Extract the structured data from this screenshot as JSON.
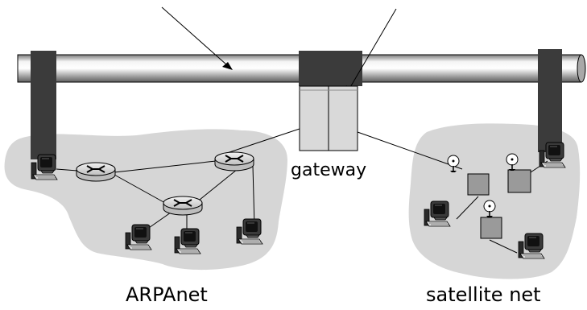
{
  "labels": {
    "gateway": "gateway",
    "arpanet": "ARPAnet",
    "satellite_net": "satellite net"
  },
  "colors": {
    "cloud": "#d6d6d6",
    "pipe_light": "#f4f4f4",
    "pipe_dark": "#6e6e6e",
    "posts": "#3b3b3b",
    "gateway_box": "#d9d9d9",
    "router_fill": "#dcdcdc",
    "dish_box": "#9a9a9a",
    "line": "#000000"
  },
  "icons": [
    "router-icon",
    "computer-icon",
    "satellite-dish-icon",
    "gateway-icon"
  ]
}
